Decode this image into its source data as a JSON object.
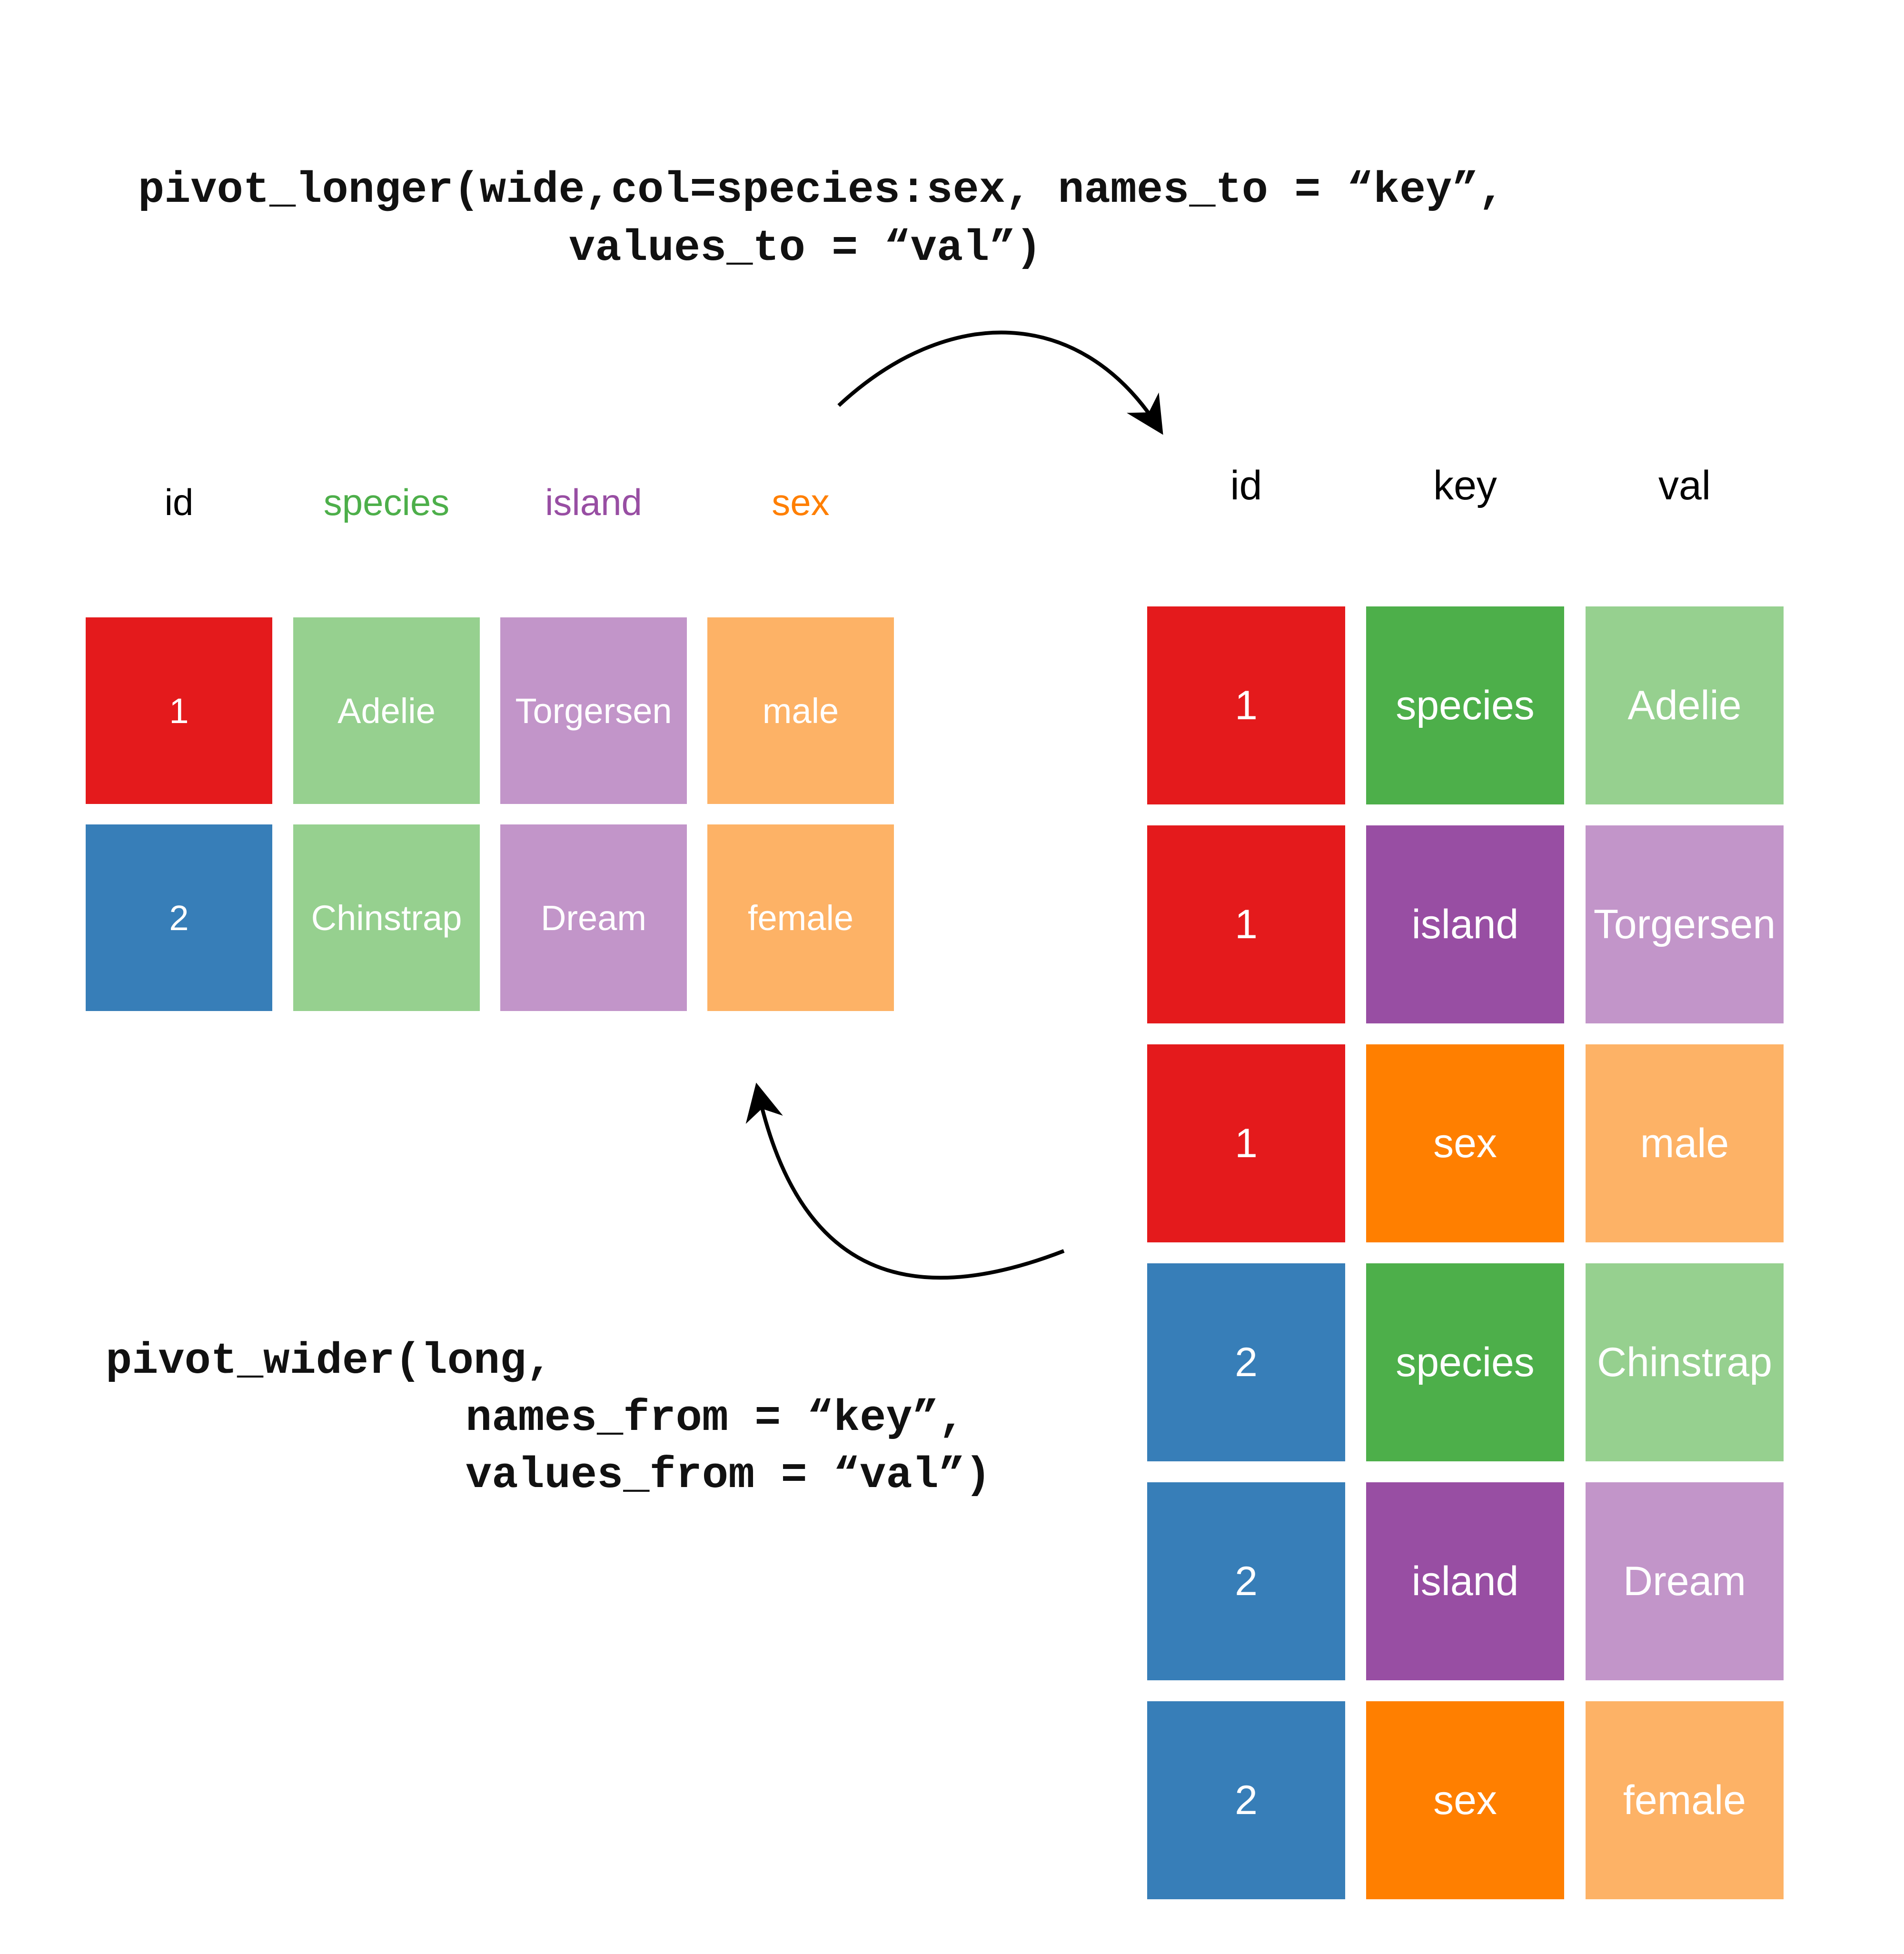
{
  "code": {
    "pivot_longer_line1": "pivot_longer(wide,col=species:sex, names_to = “key”,",
    "pivot_longer_line2": "values_to = “val”)",
    "pivot_wider_line1": "pivot_wider(long,",
    "pivot_wider_line2": "names_from = “key”,",
    "pivot_wider_line3": "values_from = “val”)"
  },
  "wide_table": {
    "headers": [
      {
        "label": "id",
        "color": "#000000"
      },
      {
        "label": "species",
        "color": "#4daf4a"
      },
      {
        "label": "island",
        "color": "#984ea3"
      },
      {
        "label": "sex",
        "color": "#ff7f00"
      }
    ],
    "rows": [
      {
        "cells": [
          {
            "text": "1",
            "color": "#e41a1c"
          },
          {
            "text": "Adelie",
            "color": "#96d08f"
          },
          {
            "text": "Torgersen",
            "color": "#c295c9"
          },
          {
            "text": "male",
            "color": "#fdb266"
          }
        ]
      },
      {
        "cells": [
          {
            "text": "2",
            "color": "#377eb8"
          },
          {
            "text": "Chinstrap",
            "color": "#96d08f"
          },
          {
            "text": "Dream",
            "color": "#c295c9"
          },
          {
            "text": "female",
            "color": "#fdb266"
          }
        ]
      }
    ]
  },
  "long_table": {
    "headers": [
      {
        "label": "id",
        "color": "#000000"
      },
      {
        "label": "key",
        "color": "#000000"
      },
      {
        "label": "val",
        "color": "#000000"
      }
    ],
    "rows": [
      {
        "cells": [
          {
            "text": "1",
            "color": "#e41a1c"
          },
          {
            "text": "species",
            "color": "#4daf4a"
          },
          {
            "text": "Adelie",
            "color": "#96d08f"
          }
        ]
      },
      {
        "cells": [
          {
            "text": "1",
            "color": "#e41a1c"
          },
          {
            "text": "island",
            "color": "#984ea3"
          },
          {
            "text": "Torgersen",
            "color": "#c295c9"
          }
        ]
      },
      {
        "cells": [
          {
            "text": "1",
            "color": "#e41a1c"
          },
          {
            "text": "sex",
            "color": "#ff7f00"
          },
          {
            "text": "male",
            "color": "#fdb266"
          }
        ]
      },
      {
        "cells": [
          {
            "text": "2",
            "color": "#377eb8"
          },
          {
            "text": "species",
            "color": "#4daf4a"
          },
          {
            "text": "Chinstrap",
            "color": "#96d08f"
          }
        ]
      },
      {
        "cells": [
          {
            "text": "2",
            "color": "#377eb8"
          },
          {
            "text": "island",
            "color": "#984ea3"
          },
          {
            "text": "Dream",
            "color": "#c295c9"
          }
        ]
      },
      {
        "cells": [
          {
            "text": "2",
            "color": "#377eb8"
          },
          {
            "text": "sex",
            "color": "#ff7f00"
          },
          {
            "text": "female",
            "color": "#fdb266"
          }
        ]
      }
    ]
  },
  "arrows": {
    "top": "arrow-to-long",
    "bottom": "arrow-to-wide"
  }
}
